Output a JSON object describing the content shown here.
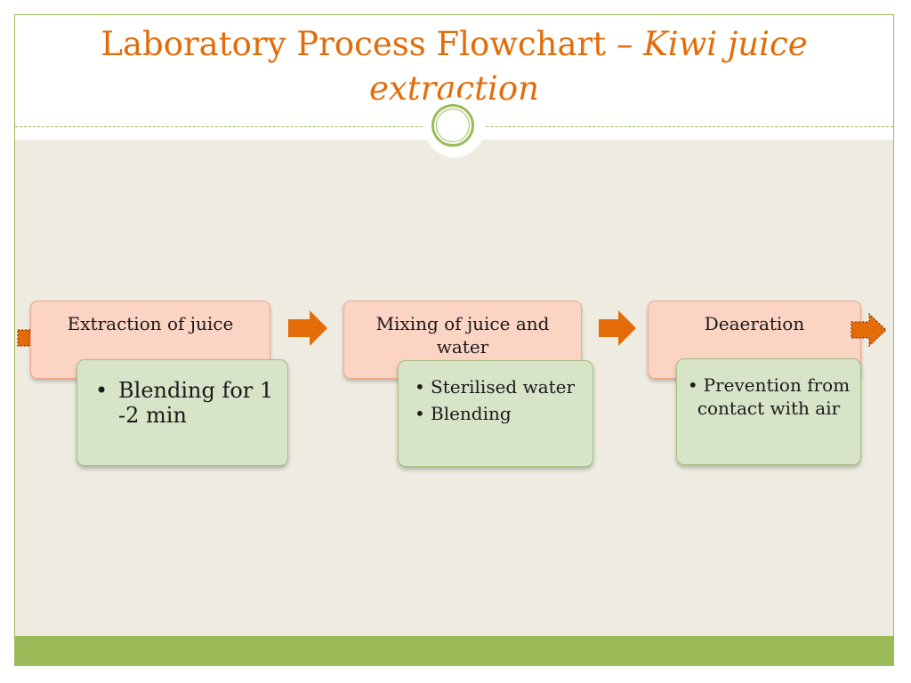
{
  "title": {
    "text_part": "Laboratory Process Flowchart – ",
    "italic_part": "Kiwi juice extraction"
  },
  "steps": [
    {
      "label": "Extraction of juice",
      "details": [
        "Blending for 1 -2 min"
      ]
    },
    {
      "label": "Mixing of juice and water",
      "details": [
        "Sterilised water",
        "Blending"
      ]
    },
    {
      "label": "Deaeration",
      "details": [
        "Prevention from contact with air"
      ]
    }
  ],
  "colors": {
    "title": "#e36c09",
    "accent_green": "#9bbb59",
    "content_bg": "#eeece1",
    "step_fill": "#fbd4c4",
    "detail_fill": "#d8e4c8",
    "arrow": "#e36c09"
  },
  "icons": [
    "circle-ring-icon",
    "arrow-right-icon",
    "dotted-arrow-right-icon"
  ]
}
